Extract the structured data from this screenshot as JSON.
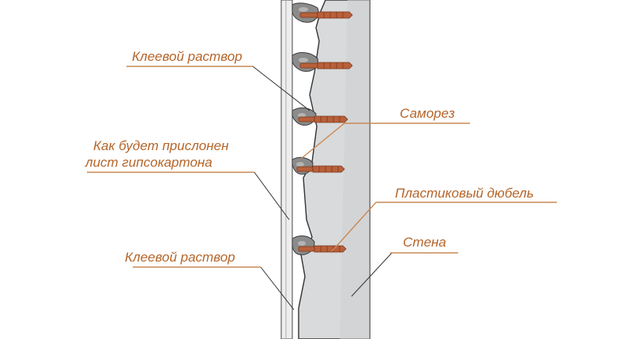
{
  "colors": {
    "label_text": "#b5652a",
    "leader_line": "#c98a55",
    "wall_fill": "#d9dadb",
    "wall_outline": "#333333",
    "drywall_sheet": "#eeeeee",
    "adhesive": "#8b8b8b",
    "screw": "#b8603a"
  },
  "labels": {
    "adhesive_top": "Клеевой раствор",
    "screw": "Саморез",
    "drywall_line1": "Как будет прислонен",
    "drywall_line2": "лист гипсокартона",
    "plastic_dowel": "Пластиковый дюбель",
    "wall": "Стена",
    "adhesive_bottom": "Клеевой раствор"
  },
  "icons": {
    "adhesive_blob": "mortar-dab-icon",
    "screw": "screw-dowel-icon"
  }
}
